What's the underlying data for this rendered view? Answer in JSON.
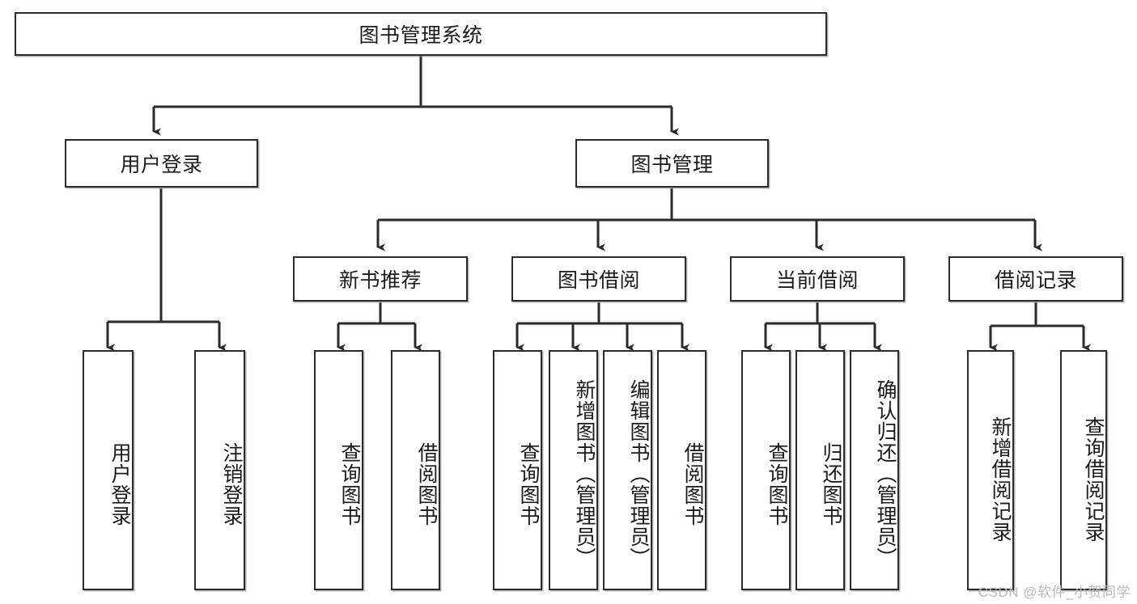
{
  "diagram": {
    "type": "tree-hierarchy",
    "title": "图书管理系统",
    "watermark": "CSDN @软件_小贺同学",
    "colors": {
      "box_border": "#2b2b2b",
      "box_fill": "#ffffff",
      "connector": "#2b2b2b",
      "text": "#1b1b1b",
      "watermark": "#b9b9b9"
    },
    "levels": [
      {
        "level": 1,
        "nodes": [
          {
            "id": "root",
            "label": "图书管理系统",
            "orientation": "horizontal"
          }
        ]
      },
      {
        "level": 2,
        "nodes": [
          {
            "id": "login",
            "label": "用户登录",
            "orientation": "horizontal",
            "parent": "root"
          },
          {
            "id": "bookmgmt",
            "label": "图书管理",
            "orientation": "horizontal",
            "parent": "root"
          }
        ]
      },
      {
        "level": 3,
        "nodes": [
          {
            "id": "newbook",
            "label": "新书推荐",
            "orientation": "horizontal",
            "parent": "bookmgmt"
          },
          {
            "id": "borrow",
            "label": "图书借阅",
            "orientation": "horizontal",
            "parent": "bookmgmt"
          },
          {
            "id": "current",
            "label": "当前借阅",
            "orientation": "horizontal",
            "parent": "bookmgmt"
          },
          {
            "id": "records",
            "label": "借阅记录",
            "orientation": "horizontal",
            "parent": "bookmgmt"
          }
        ]
      },
      {
        "level": 4,
        "nodes": [
          {
            "id": "leaf1",
            "label": "用户登录",
            "orientation": "vertical",
            "parent": "login"
          },
          {
            "id": "leaf2",
            "label": "注销登录",
            "orientation": "vertical",
            "parent": "login"
          },
          {
            "id": "leaf3",
            "label": "查询图书",
            "orientation": "vertical",
            "parent": "newbook"
          },
          {
            "id": "leaf4",
            "label": "借阅图书",
            "orientation": "vertical",
            "parent": "newbook"
          },
          {
            "id": "leaf5",
            "label": "查询图书",
            "orientation": "vertical",
            "parent": "borrow"
          },
          {
            "id": "leaf6",
            "label": "新增图书（管理员）",
            "orientation": "vertical",
            "parent": "borrow"
          },
          {
            "id": "leaf7",
            "label": "编辑图书（管理员）",
            "orientation": "vertical",
            "parent": "borrow"
          },
          {
            "id": "leaf8",
            "label": "借阅图书",
            "orientation": "vertical",
            "parent": "borrow"
          },
          {
            "id": "leaf9",
            "label": "查询图书",
            "orientation": "vertical",
            "parent": "current"
          },
          {
            "id": "leaf10",
            "label": "归还图书",
            "orientation": "vertical",
            "parent": "current"
          },
          {
            "id": "leaf11",
            "label": "确认归还（管理员）",
            "orientation": "vertical",
            "parent": "current"
          },
          {
            "id": "leaf12",
            "label": "新增借阅记录",
            "orientation": "vertical",
            "parent": "records"
          },
          {
            "id": "leaf13",
            "label": "查询借阅记录",
            "orientation": "vertical",
            "parent": "records"
          }
        ]
      }
    ]
  }
}
